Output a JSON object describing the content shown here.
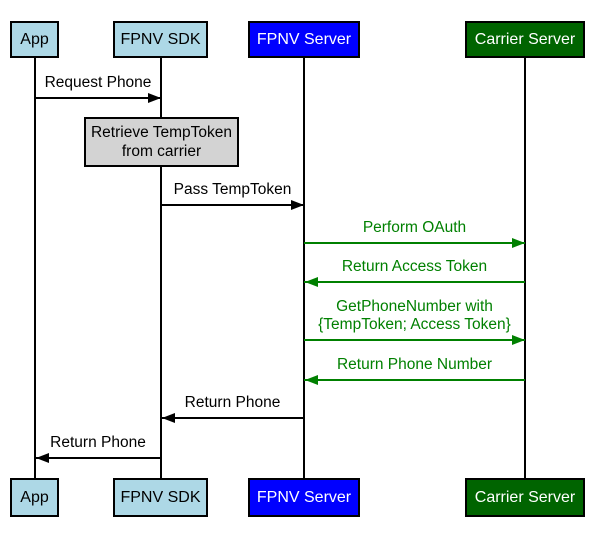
{
  "diagram": {
    "type": "sequence-diagram",
    "background": "#ffffff",
    "colors": {
      "actor_light_fill": "#add8e6",
      "actor_blue_fill": "#0000ff",
      "actor_green_fill": "#006400",
      "note_fill": "#d3d3d3",
      "border": "#000000",
      "message_black": "#000000",
      "message_green": "#008000"
    },
    "actors": [
      {
        "id": "app",
        "label": "App",
        "fill": "#add8e6",
        "text_color": "#000000"
      },
      {
        "id": "sdk",
        "label": "FPNV SDK",
        "fill": "#add8e6",
        "text_color": "#000000"
      },
      {
        "id": "server",
        "label": "FPNV Server",
        "fill": "#0000ff",
        "text_color": "#ffffff"
      },
      {
        "id": "carrier",
        "label": "Carrier Server",
        "fill": "#006400",
        "text_color": "#ffffff"
      }
    ],
    "note": {
      "lines": [
        "Retrieve TempToken",
        "from carrier"
      ],
      "fill": "#d3d3d3",
      "text_color": "#000000"
    },
    "messages": [
      {
        "lines": [
          "Request Phone"
        ],
        "from": "app",
        "to": "sdk",
        "color": "#000000"
      },
      {
        "lines": [
          "Pass TempToken"
        ],
        "from": "sdk",
        "to": "server",
        "color": "#000000"
      },
      {
        "lines": [
          "Perform OAuth"
        ],
        "from": "server",
        "to": "carrier",
        "color": "#008000"
      },
      {
        "lines": [
          "Return Access Token"
        ],
        "from": "carrier",
        "to": "server",
        "color": "#008000"
      },
      {
        "lines": [
          "GetPhoneNumber with",
          "{TempToken; Access Token}"
        ],
        "from": "server",
        "to": "carrier",
        "color": "#008000"
      },
      {
        "lines": [
          "Return Phone Number"
        ],
        "from": "carrier",
        "to": "server",
        "color": "#008000"
      },
      {
        "lines": [
          "Return Phone"
        ],
        "from": "server",
        "to": "sdk",
        "color": "#000000"
      },
      {
        "lines": [
          "Return Phone"
        ],
        "from": "sdk",
        "to": "app",
        "color": "#000000"
      }
    ]
  }
}
